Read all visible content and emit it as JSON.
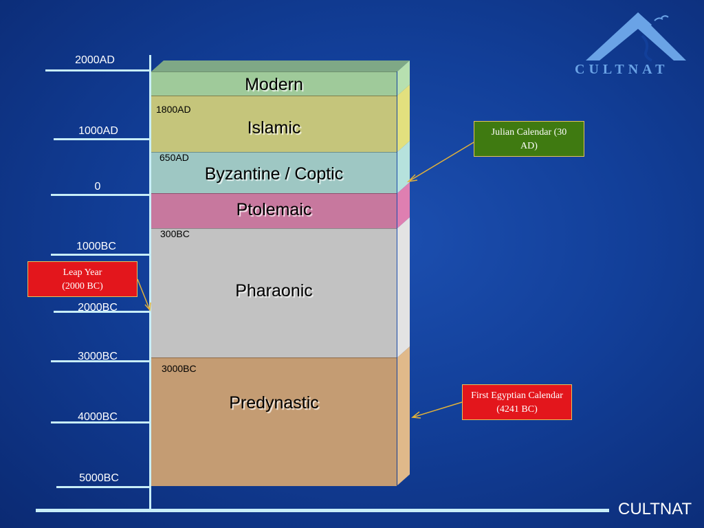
{
  "logo": {
    "text": "CULTNAT"
  },
  "footer": {
    "text": "CULTNAT"
  },
  "axis": {
    "ticks": [
      "2000AD",
      "1000AD",
      "0",
      "1000BC",
      "2000BC",
      "3000BC",
      "4000BC",
      "5000BC"
    ]
  },
  "periods": [
    {
      "name": "Modern",
      "color": "#9fca9a"
    },
    {
      "name": "Islamic",
      "color": "#c5c57b",
      "start_label": "1800AD"
    },
    {
      "name": "Byzantine / Coptic",
      "color": "#9ec7c3",
      "start_label": "650AD"
    },
    {
      "name": "Ptolemaic",
      "color": "#c7789e"
    },
    {
      "name": "Pharaonic",
      "color": "#c2c2c2",
      "start_label": "300BC"
    },
    {
      "name": "Predynastic",
      "color": "#c49c73",
      "start_label": "3000BC"
    }
  ],
  "callouts": [
    {
      "text": "Julian Calendar (30 AD)",
      "color": "#3f7a11"
    },
    {
      "text": "Leap Year (2000 BC)",
      "color": "#e3161c"
    },
    {
      "text": "First Egyptian Calendar (4241 BC)",
      "color": "#e3161c"
    }
  ]
}
